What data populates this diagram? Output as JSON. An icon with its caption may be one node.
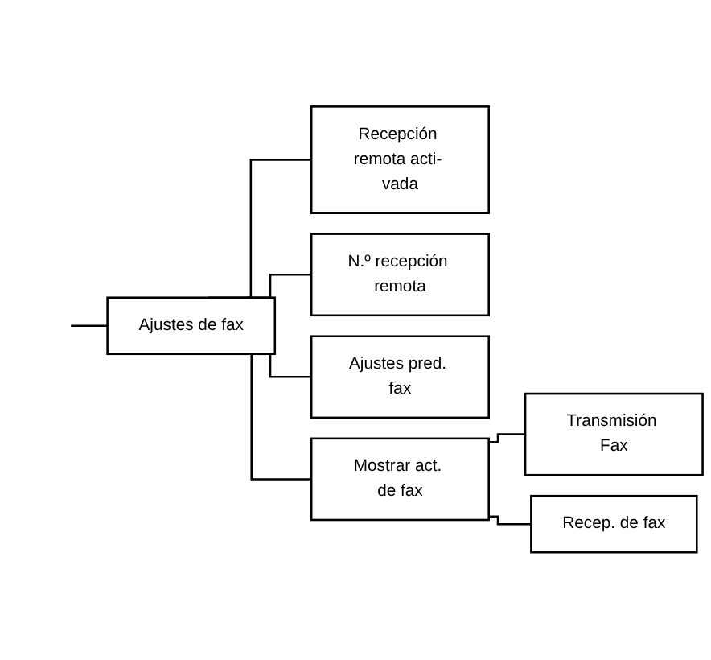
{
  "diagram": {
    "nodes": [
      {
        "text": [
          "Ajustes de fax"
        ]
      },
      {
        "text": [
          "Recepción remota acti- vada"
        ]
      },
      {
        "text": [
          "N.º recepción remota"
        ]
      },
      {
        "text": [
          "Ajustes pred. fax"
        ]
      },
      {
        "text": [
          "Mostrar act. de fax"
        ]
      },
      {
        "text": [
          "Transmisión Fax"
        ]
      },
      {
        "text": [
          "Recep. de fax"
        ]
      }
    ],
    "edges": [
      {
        "from": null,
        "to": 0,
        "arrow": "none"
      },
      {
        "from": 0,
        "to": 1,
        "arrow": "none"
      },
      {
        "from": 0,
        "to": 2,
        "arrow": "none"
      },
      {
        "from": 0,
        "to": 3,
        "arrow": "none"
      },
      {
        "from": 0,
        "to": 4,
        "arrow": "none"
      },
      {
        "from": 4,
        "to": 5,
        "arrow": "none"
      },
      {
        "from": 4,
        "to": 6,
        "arrow": "none"
      }
    ]
  }
}
